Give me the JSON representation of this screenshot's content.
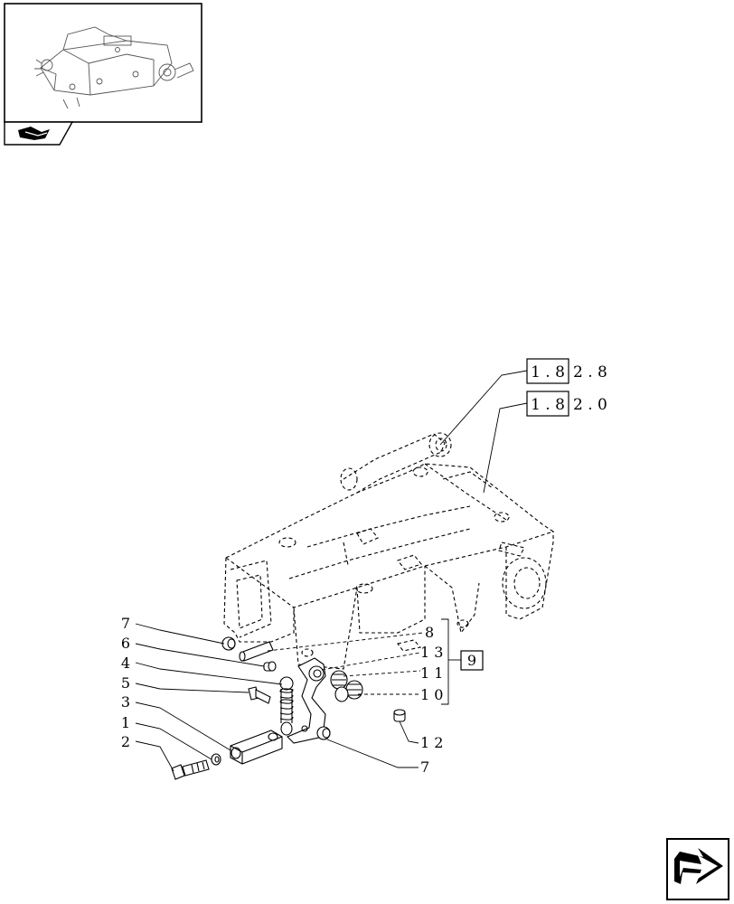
{
  "reference_links": [
    {
      "boxed": "1 . 8",
      "rest": "2 . 8"
    },
    {
      "boxed": "1 . 8",
      "rest": "2 . 0"
    }
  ],
  "group_label": "9",
  "callouts_left": [
    "7",
    "6",
    "4",
    "5",
    "3",
    "1",
    "2"
  ],
  "callouts_right": [
    "8",
    "1 3",
    "1 1",
    "1 0",
    "1 2",
    "7"
  ],
  "icons": {
    "thumbnail": "assembly-thumbnail-icon",
    "section_nav": "section-nav-icon",
    "next_page": "next-page-arrow-icon"
  }
}
